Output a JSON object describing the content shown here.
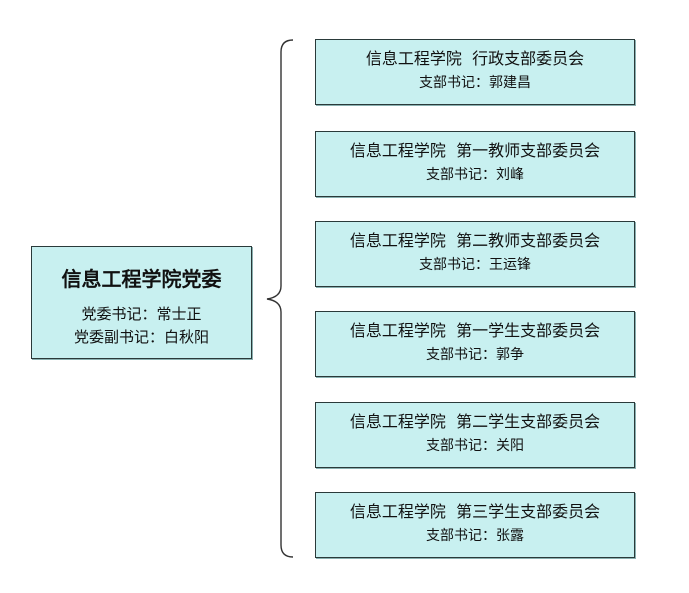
{
  "root": {
    "title": "信息工程学院党委",
    "secretary": "党委书记：常士正",
    "deputy_secretary": "党委副书记：白秋阳"
  },
  "branches": [
    {
      "name": "信息工程学院  行政支部委员会",
      "secretary": "支部书记：郭建昌"
    },
    {
      "name": "信息工程学院  第一教师支部委员会",
      "secretary": "支部书记：刘峰"
    },
    {
      "name": "信息工程学院  第二教师支部委员会",
      "secretary": "支部书记：王运锋"
    },
    {
      "name": "信息工程学院  第一学生支部委员会",
      "secretary": "支部书记：郭争"
    },
    {
      "name": "信息工程学院  第二学生支部委员会",
      "secretary": "支部书记：关阳"
    },
    {
      "name": "信息工程学院  第三学生支部委员会",
      "secretary": "支部书记：张露"
    }
  ],
  "colors": {
    "box_fill": "#c8f0f0",
    "box_border": "#2a3a3a",
    "bracket": "#333333"
  }
}
